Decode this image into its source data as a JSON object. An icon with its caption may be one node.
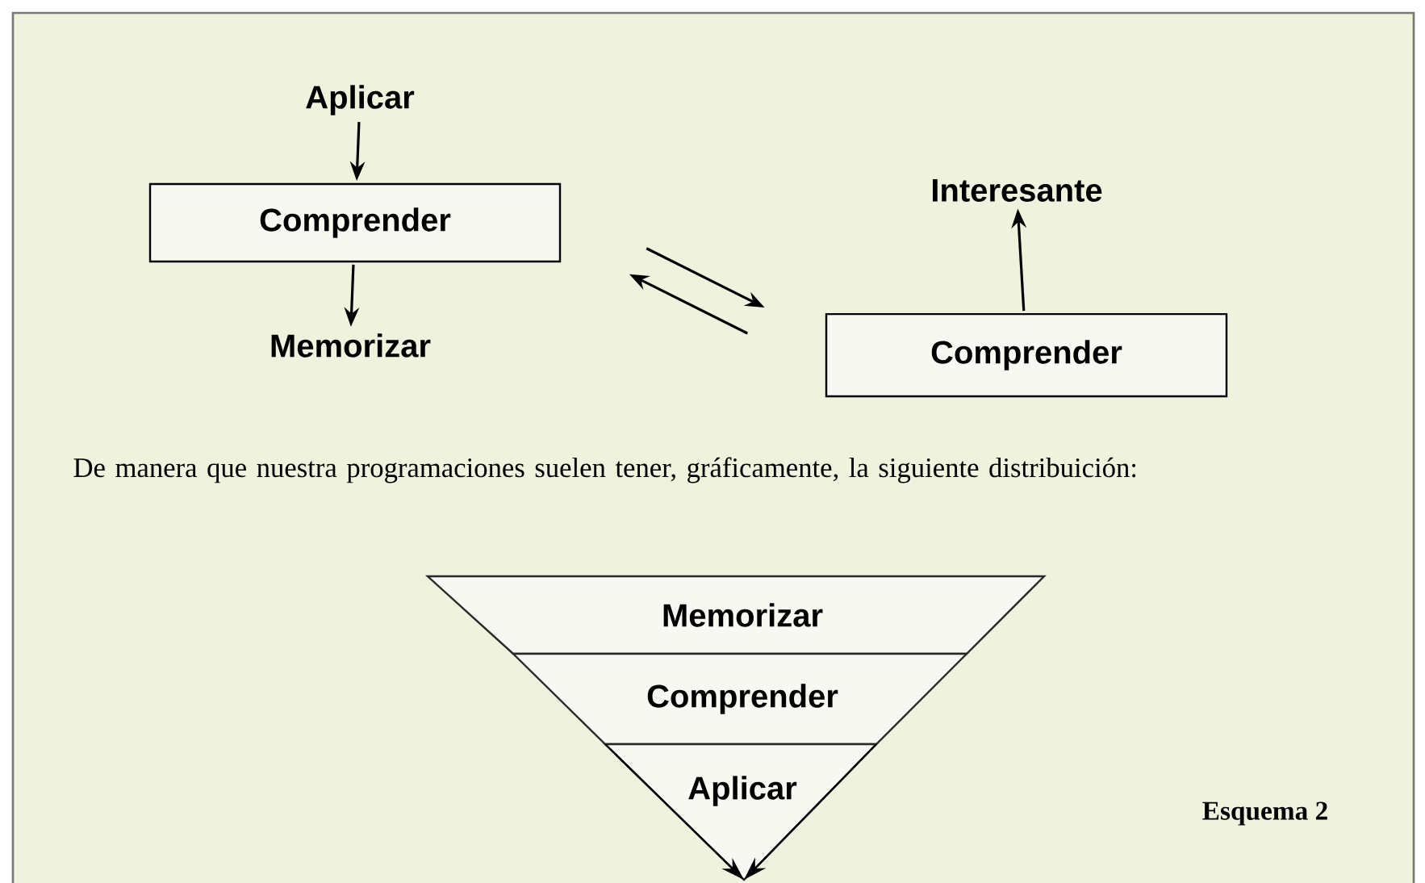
{
  "diagram": {
    "nodes": [
      {
        "text": [
          "Aplicar"
        ]
      },
      {
        "text": [
          "Comprender"
        ]
      },
      {
        "text": [
          "Memorizar"
        ]
      },
      {
        "text": [
          "Interesante"
        ]
      },
      {
        "text": [
          "Comprender"
        ]
      },
      {
        "text": [
          "Memorizar"
        ]
      },
      {
        "text": [
          "Comprender"
        ]
      },
      {
        "text": [
          "Aplicar"
        ]
      }
    ],
    "edges": [
      {
        "from": 0,
        "to": 1,
        "arrow": "to"
      },
      {
        "from": 1,
        "to": 2,
        "arrow": "to"
      },
      {
        "from": 4,
        "to": 3,
        "arrow": "to"
      },
      {
        "from": 1,
        "to": 4,
        "arrow": "to"
      },
      {
        "from": 4,
        "to": 1,
        "arrow": "to"
      }
    ],
    "labels": [
      "De manera que nuestra programaciones suelen tener, gráficamente, la siguiente distribuición:",
      "Esquema 2"
    ]
  }
}
